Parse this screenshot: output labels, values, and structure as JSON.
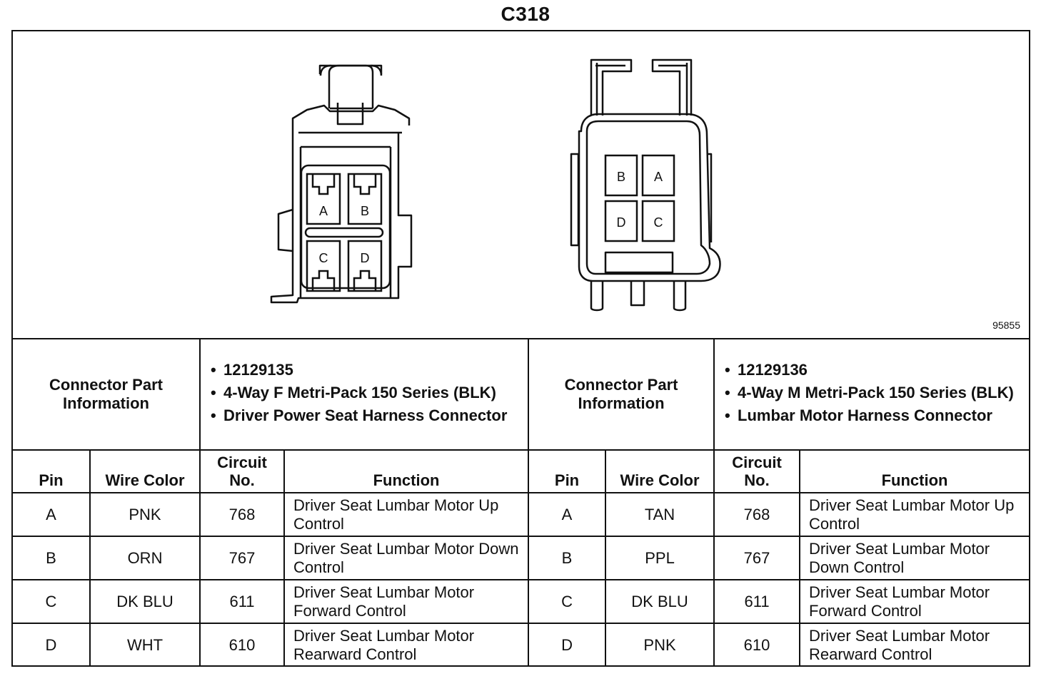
{
  "title": "C318",
  "figure_id": "95855",
  "left_connector": {
    "cpi_label": "Connector Part Information",
    "info": [
      "12129135",
      "4-Way F Metri-Pack 150 Series (BLK)",
      "Driver Power Seat Harness Connector"
    ],
    "cavities": [
      "A",
      "B",
      "C",
      "D"
    ],
    "headers": {
      "pin": "Pin",
      "wire": "Wire Color",
      "circuit": "Circuit No.",
      "function": "Function"
    },
    "rows": [
      {
        "pin": "A",
        "color": "PNK",
        "circuit": "768",
        "function": "Driver Seat Lumbar Motor Up Control"
      },
      {
        "pin": "B",
        "color": "ORN",
        "circuit": "767",
        "function": "Driver Seat Lumbar Motor Down Control"
      },
      {
        "pin": "C",
        "color": "DK BLU",
        "circuit": "611",
        "function": "Driver Seat Lumbar Motor Forward Control"
      },
      {
        "pin": "D",
        "color": "WHT",
        "circuit": "610",
        "function": "Driver Seat Lumbar Motor Rearward Control"
      }
    ]
  },
  "right_connector": {
    "cpi_label": "Connector Part Information",
    "info": [
      "12129136",
      "4-Way M Metri-Pack 150 Series (BLK)",
      "Lumbar Motor Harness Connector"
    ],
    "cavities": [
      "B",
      "A",
      "D",
      "C"
    ],
    "headers": {
      "pin": "Pin",
      "wire": "Wire Color",
      "circuit": "Circuit No.",
      "function": "Function"
    },
    "rows": [
      {
        "pin": "A",
        "color": "TAN",
        "circuit": "768",
        "function": "Driver Seat Lumbar Motor Up Control"
      },
      {
        "pin": "B",
        "color": "PPL",
        "circuit": "767",
        "function": "Driver Seat Lumbar Motor Down Control"
      },
      {
        "pin": "C",
        "color": "DK BLU",
        "circuit": "611",
        "function": "Driver Seat Lumbar Motor Forward Control"
      },
      {
        "pin": "D",
        "color": "PNK",
        "circuit": "610",
        "function": "Driver Seat Lumbar Motor Rearward Control"
      }
    ]
  }
}
